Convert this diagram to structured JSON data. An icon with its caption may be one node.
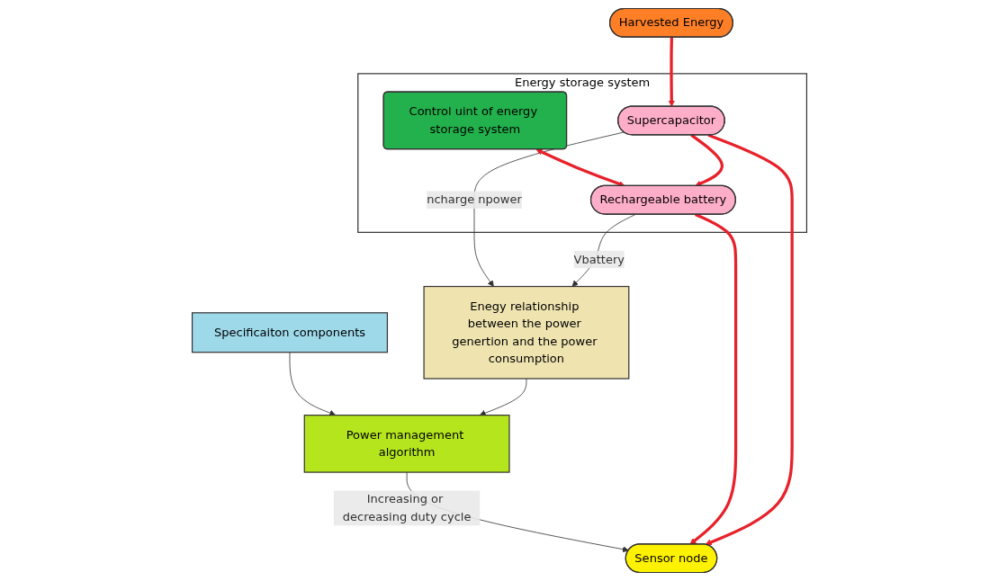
{
  "diagram": {
    "nodes": [
      {
        "text": [
          "Specificaiton components"
        ]
      },
      {
        "text": [
          "Power management algorithm"
        ]
      },
      {
        "text": [
          "Enegy relationship between the power genertion and the power consumption"
        ]
      },
      {
        "text": [
          "Energy storage system"
        ]
      },
      {
        "text": [
          "Control uint of energy storage system"
        ],
        "in": 3
      },
      {
        "text": [
          "Rechargeable battery"
        ],
        "in": 3
      },
      {
        "text": [
          "Supercapacitor"
        ],
        "in": 3
      },
      {
        "text": [
          "Sensor node"
        ]
      },
      {
        "text": [
          "Harvested Energy"
        ]
      }
    ],
    "edges": [
      {
        "from": 0,
        "to": 1,
        "arrow": "to"
      },
      {
        "from": 2,
        "to": 1,
        "arrow": "to"
      },
      {
        "from": 1,
        "to": 7,
        "arrow": "to",
        "label": "Increasing or decreasing duty cycle"
      },
      {
        "from": 6,
        "to": 2,
        "arrow": "to",
        "label": "ncharge npower"
      },
      {
        "from": 5,
        "to": 2,
        "arrow": "to",
        "label": "Vbattery"
      },
      {
        "from": 4,
        "to": 5,
        "arrow": "both",
        "style": "thick",
        "color": "#e8202a"
      },
      {
        "from": 5,
        "to": 7,
        "arrow": "to",
        "style": "thick",
        "color": "#e8202a"
      },
      {
        "from": 6,
        "to": 5,
        "arrow": "to",
        "style": "thick",
        "color": "#e8202a"
      },
      {
        "from": 8,
        "to": 6,
        "arrow": "to",
        "style": "thick",
        "color": "#e8202a"
      },
      {
        "from": 6,
        "to": 7,
        "arrow": "to",
        "style": "thick",
        "color": "#e8202a"
      }
    ]
  }
}
